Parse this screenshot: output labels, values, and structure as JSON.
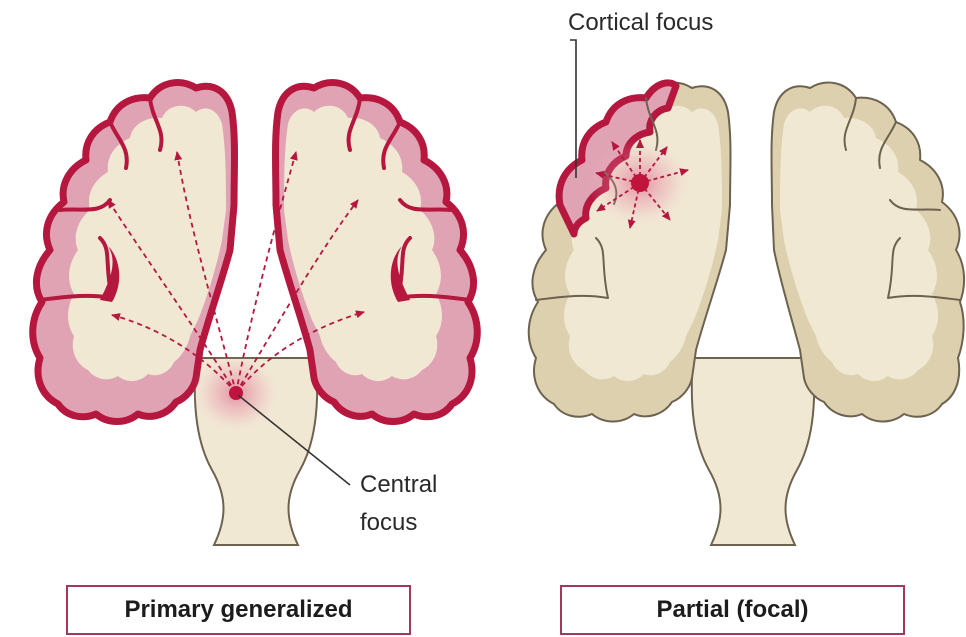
{
  "diagrams": [
    {
      "caption": "Primary generalized",
      "focus_label_line1": "Central",
      "focus_label_line2": "focus"
    },
    {
      "caption": "Partial (focal)",
      "focus_label": "Cortical focus"
    }
  ],
  "colors": {
    "cortex_outline_active": "#b5173f",
    "cortex_fill_active": "#e0a3b4",
    "white_matter": "#f1e8d3",
    "cortex_fill_inactive": "#ddd0ae",
    "cortex_outline_inactive": "#6d6250",
    "focus_dot": "#c0143c",
    "arrow": "#b5173f",
    "caption_border": "#a3385c"
  }
}
